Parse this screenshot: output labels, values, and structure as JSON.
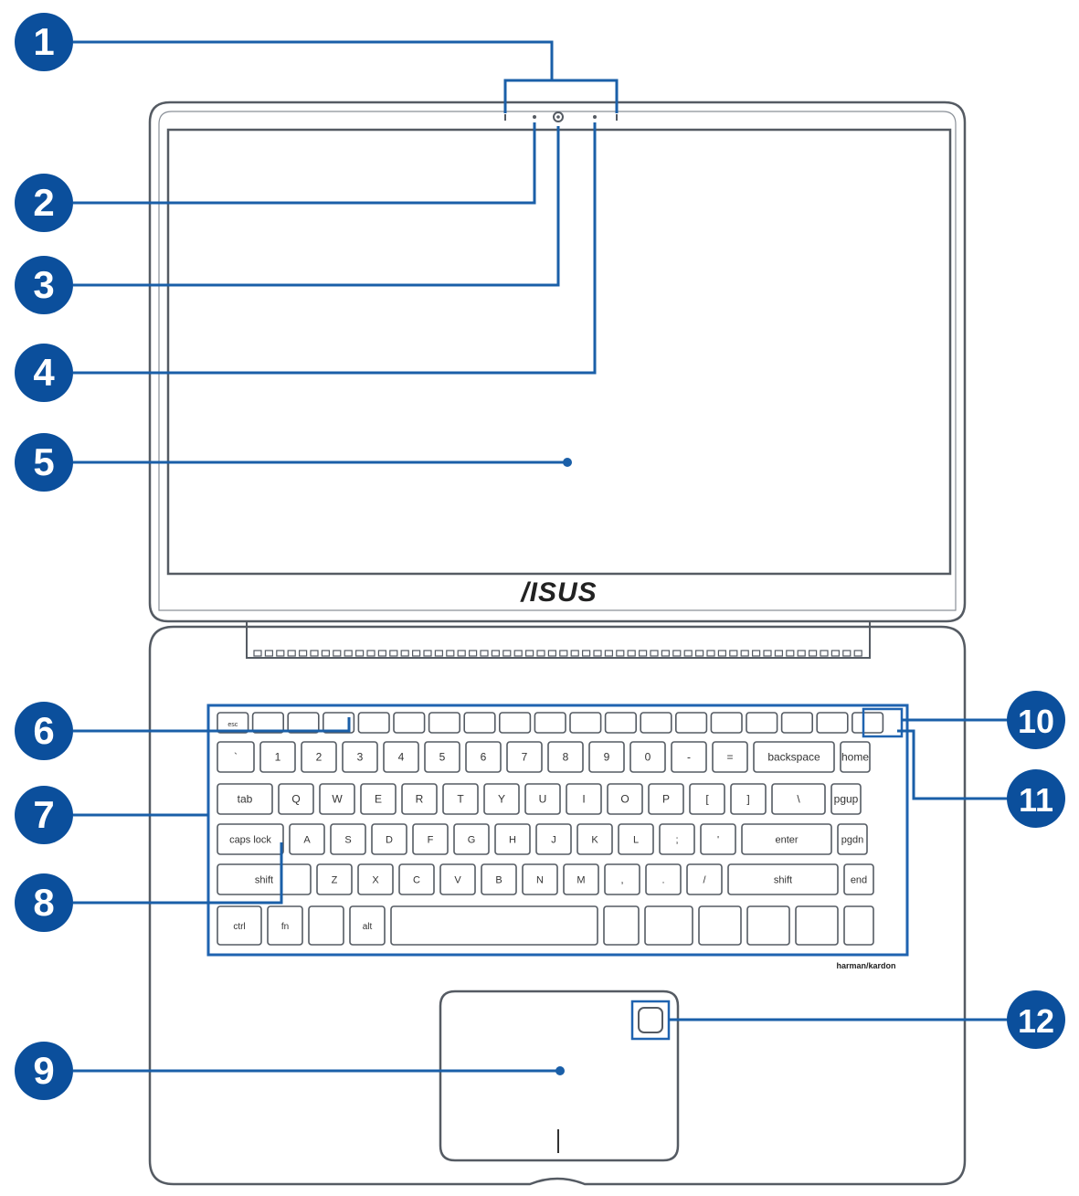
{
  "colors": {
    "callout_fill": "#0b4f9c",
    "callout_text": "#ffffff",
    "leader_line": "#1a5fa8",
    "outline": "#555b63",
    "highlight": "#1f63b0"
  },
  "brand": {
    "logo_text": "/ISUS"
  },
  "keyboard": {
    "caption": "harman/kardon",
    "fn_row": [
      "esc",
      "",
      "",
      "",
      "",
      "",
      "",
      "",
      "",
      "",
      "",
      "",
      "",
      "",
      "",
      "",
      "",
      "",
      ""
    ],
    "num_row": [
      "`",
      "1",
      "2",
      "3",
      "4",
      "5",
      "6",
      "7",
      "8",
      "9",
      "0",
      "-",
      "=",
      "backspace",
      "home"
    ],
    "q_row": [
      "tab",
      "Q",
      "W",
      "E",
      "R",
      "T",
      "Y",
      "U",
      "I",
      "O",
      "P",
      "[",
      "]",
      "\\",
      "pgup"
    ],
    "a_row": [
      "caps lock",
      "A",
      "S",
      "D",
      "F",
      "G",
      "H",
      "J",
      "K",
      "L",
      ";",
      "'",
      "enter",
      "pgdn"
    ],
    "z_row": [
      "shift",
      "Z",
      "X",
      "C",
      "V",
      "B",
      "N",
      "M",
      ",",
      ".",
      "/",
      "shift",
      "end"
    ],
    "bottom_row": [
      "ctrl",
      "fn",
      "",
      "alt",
      "",
      "",
      "",
      "",
      "",
      "",
      ""
    ]
  },
  "callouts": [
    {
      "num": "1"
    },
    {
      "num": "2"
    },
    {
      "num": "3"
    },
    {
      "num": "4"
    },
    {
      "num": "5"
    },
    {
      "num": "6"
    },
    {
      "num": "7"
    },
    {
      "num": "8"
    },
    {
      "num": "9"
    },
    {
      "num": "10"
    },
    {
      "num": "11"
    },
    {
      "num": "12"
    }
  ]
}
